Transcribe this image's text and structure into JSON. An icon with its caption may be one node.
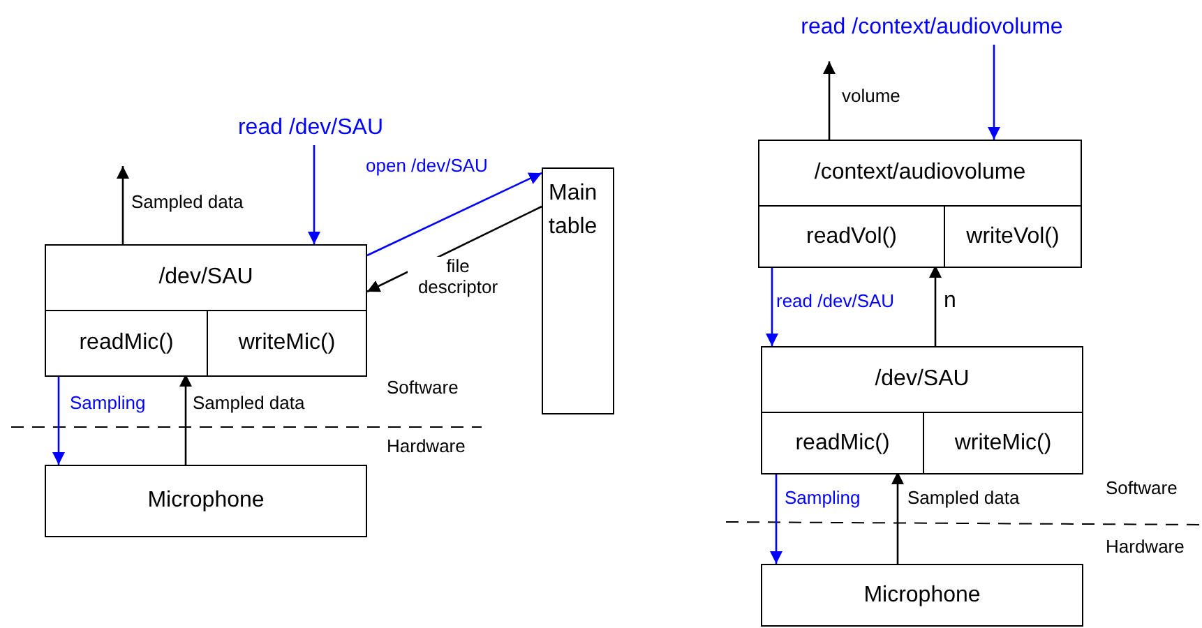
{
  "diagram": {
    "nodes": [
      {
        "text": [
          "read /dev/SAU"
        ]
      },
      {
        "text": [
          "/dev/SAU"
        ]
      },
      {
        "text": [
          "readMic()"
        ],
        "in": 1
      },
      {
        "text": [
          "writeMic()"
        ],
        "in": 1
      },
      {
        "text": [
          "Main table"
        ]
      },
      {
        "text": [
          "Microphone"
        ]
      },
      {
        "text": [
          "read /context/audiovolume"
        ]
      },
      {
        "text": [
          "/context/audiovolume"
        ]
      },
      {
        "text": [
          "readVol()"
        ],
        "in": 7
      },
      {
        "text": [
          "writeVol()"
        ],
        "in": 7
      },
      {
        "text": [
          "/dev/SAU"
        ]
      },
      {
        "text": [
          "readMic()"
        ],
        "in": 10
      },
      {
        "text": [
          "writeMic()"
        ],
        "in": 10
      },
      {
        "text": [
          "Microphone"
        ]
      }
    ],
    "edges": [
      {
        "from": 1,
        "to": null,
        "arrow": "to",
        "label": "Sampled data"
      },
      {
        "from": 0,
        "to": 1,
        "arrow": "to",
        "color": "#0000ff"
      },
      {
        "from": 1,
        "to": 4,
        "arrow": "to",
        "label": "open /dev/SAU",
        "color": "#0000ff"
      },
      {
        "from": 4,
        "to": 1,
        "arrow": "to",
        "label": "file descriptor"
      },
      {
        "from": 2,
        "to": 5,
        "arrow": "to",
        "label": "Sampling",
        "color": "#0000ff"
      },
      {
        "from": 5,
        "to": 2,
        "arrow": "to",
        "label": "Sampled data"
      },
      {
        "from": 7,
        "to": 6,
        "arrow": "to",
        "label": "volume"
      },
      {
        "from": 6,
        "to": 7,
        "arrow": "to",
        "color": "#0000ff"
      },
      {
        "from": 8,
        "to": 10,
        "arrow": "to",
        "label": "read /dev/SAU",
        "color": "#0000ff"
      },
      {
        "from": 10,
        "to": 8,
        "arrow": "to",
        "label": "n"
      },
      {
        "from": 11,
        "to": 13,
        "arrow": "to",
        "label": "Sampling",
        "color": "#0000ff"
      },
      {
        "from": 13,
        "to": 11,
        "arrow": "to",
        "label": "Sampled data"
      }
    ],
    "labels": [
      "Software",
      "Hardware",
      "Software",
      "Hardware"
    ]
  }
}
